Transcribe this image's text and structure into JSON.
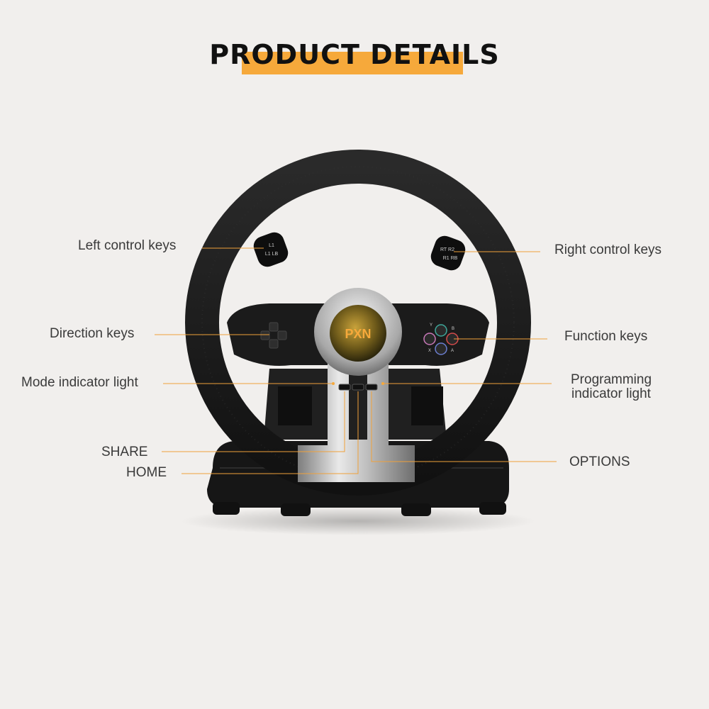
{
  "title": "PRODUCT DETAILS",
  "brand": "PXN",
  "callouts": {
    "left_control": "Left control keys",
    "right_control": "Right control keys",
    "direction": "Direction keys",
    "function": "Function keys",
    "mode_light": "Mode indicator light",
    "prog_light_1": "Programming",
    "prog_light_2": "indicator light",
    "share": "SHARE",
    "home": "HOME",
    "options": "OPTIONS"
  },
  "left_keys": {
    "top": "L1",
    "bottom": "L1 LB"
  },
  "right_keys": {
    "top": "RT R2",
    "bottom": "R1 RB"
  },
  "face_buttons": {
    "top": "Y",
    "right": "B",
    "bottom": "A",
    "left": "X"
  },
  "colors": {
    "accent": "#f6a93b",
    "leader": "#f0a13a",
    "wheel": "#1c1c1c",
    "chrome": "#b9b9b9"
  }
}
